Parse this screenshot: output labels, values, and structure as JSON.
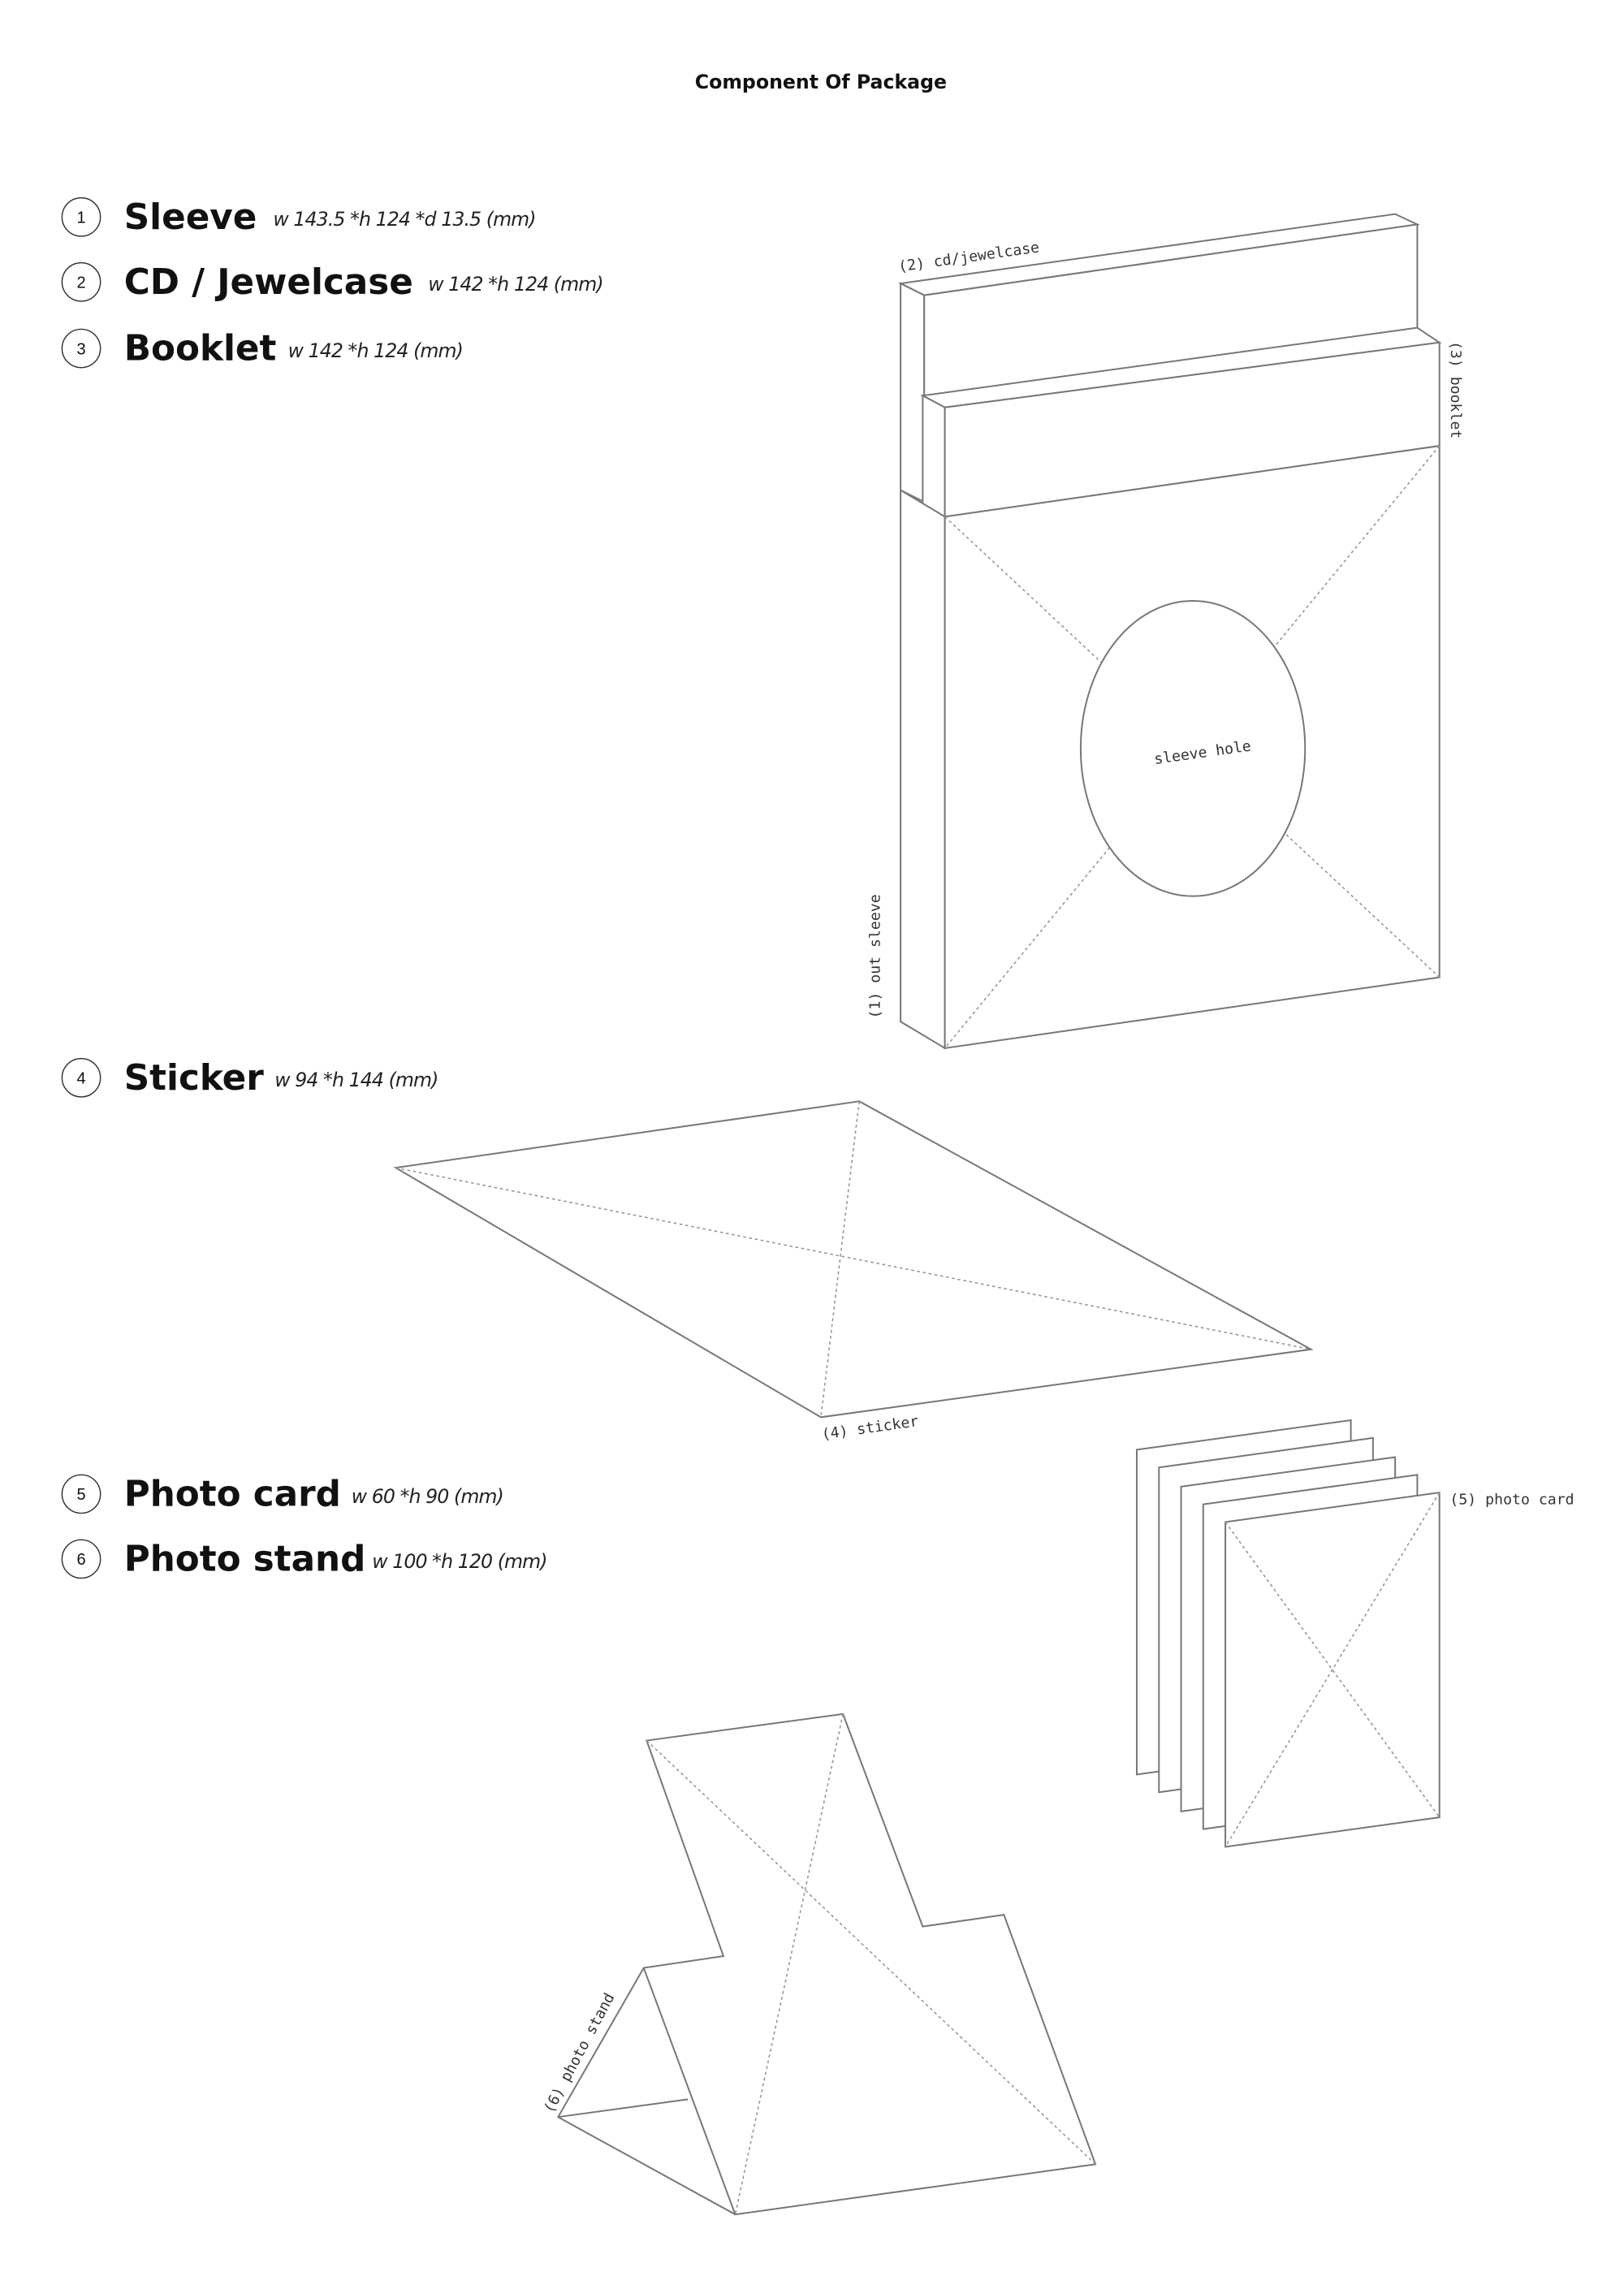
{
  "title": "Component Of Package",
  "components": [
    {
      "number": "1",
      "name": "Sleeve",
      "dimensions": "w 143.5 *h 124 *d 13.5 (mm)"
    },
    {
      "number": "2",
      "name": "CD / Jewelcase",
      "dimensions": "w 142 *h 124 (mm)"
    },
    {
      "number": "3",
      "name": "Booklet",
      "dimensions": "w 142 *h 124 (mm)"
    },
    {
      "number": "4",
      "name": "Sticker",
      "dimensions": "w 94 *h 144 (mm)"
    },
    {
      "number": "5",
      "name": "Photo card",
      "dimensions": "w 60 *h 90 (mm)"
    },
    {
      "number": "6",
      "name": "Photo stand",
      "dimensions": "w 100 *h 120 (mm)"
    }
  ],
  "diagram_labels": {
    "jewelcase": "(2) cd/jewelcase",
    "booklet": "(3) booklet",
    "sleeve": "(1) out sleeve",
    "sleeve_hole": "sleeve hole",
    "sticker": "(4) sticker",
    "photo_card": "(5) photo card",
    "photo_stand": "(6) photo stand"
  }
}
